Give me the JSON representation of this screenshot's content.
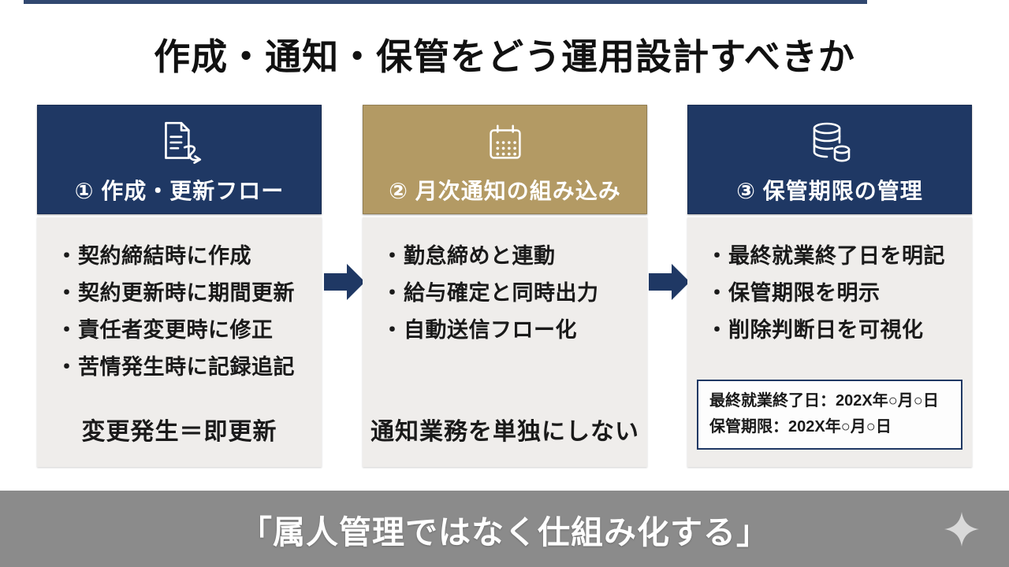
{
  "colors": {
    "navy": "#1f3864",
    "gold": "#b39a64",
    "body-bg": "#efedeb",
    "banner-bg": "#8b8b8b",
    "title-color": "#111111",
    "sparkle": "#d9d9d9"
  },
  "title": "作成・通知・保管をどう運用設計すべきか",
  "bullet_marker": "・",
  "columns": [
    {
      "header": "① 作成・更新フロー",
      "icon": "document-flow-icon",
      "bullets": [
        "契約締結時に作成",
        "契約更新時に期間更新",
        "責任者変更時に修正",
        "苦情発生時に記録追記"
      ],
      "footer": "変更発生＝即更新"
    },
    {
      "header": "② 月次通知の組み込み",
      "icon": "calendar-icon",
      "bullets": [
        "勤怠締めと連動",
        "給与確定と同時出力",
        "自動送信フロー化"
      ],
      "footer": "通知業務を単独にしない"
    },
    {
      "header": "③ 保管期限の管理",
      "icon": "database-icon",
      "bullets": [
        "最終就業終了日を明記",
        "保管期限を明示",
        "削除判断日を可視化"
      ],
      "info_box": {
        "line1": "最終就業終了日：202X年○月○日",
        "line2": "保管期限：202X年○月○日"
      }
    }
  ],
  "banner": {
    "text": "「属人管理ではなく仕組み化する」"
  }
}
